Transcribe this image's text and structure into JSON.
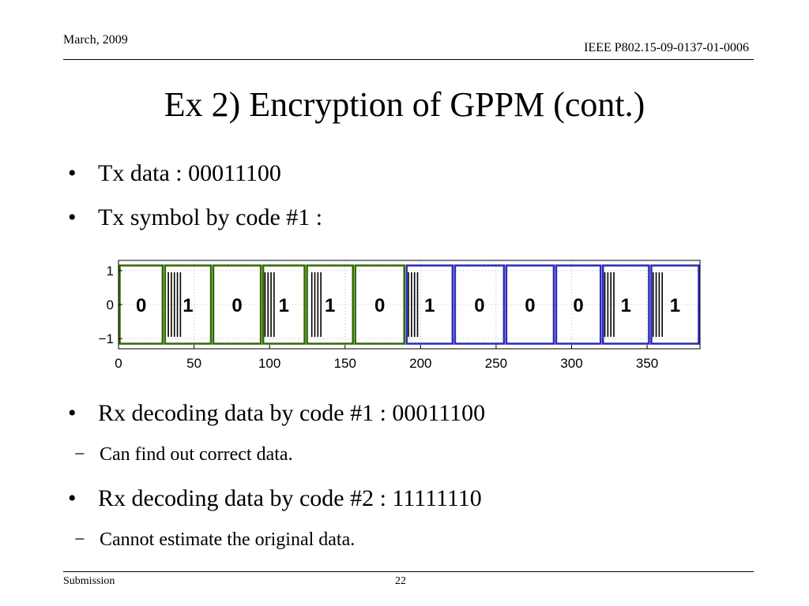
{
  "header": {
    "date": "March, 2009",
    "doc_id": "IEEE P802.15-09-0137-01-0006"
  },
  "title": "Ex 2) Encryption of GPPM (cont.)",
  "bullets_top": [
    {
      "mark": "•",
      "text": "Tx data : 00011100"
    },
    {
      "mark": "•",
      "text": "Tx symbol by code #1 :"
    }
  ],
  "bullets_bottom": [
    {
      "mark": "•",
      "text": "Rx decoding data by code #1 : 00011100"
    },
    {
      "mark": "−",
      "text": "Can find out correct data."
    },
    {
      "mark": "•",
      "text": "Rx decoding data by code #2 : 11111110"
    },
    {
      "mark": "−",
      "text": "Cannot estimate the original data."
    }
  ],
  "colors": {
    "green": "#2e6b00",
    "blue": "#2a2ab8",
    "grid": "#b0b0b0"
  },
  "chart_data": {
    "type": "line",
    "xlim": [
      0,
      385
    ],
    "ylim": [
      -1.3,
      1.3
    ],
    "x_ticks": [
      0,
      50,
      100,
      150,
      200,
      250,
      300,
      350
    ],
    "y_ticks": [
      1,
      0,
      -1
    ],
    "y_tick_labels": [
      "1",
      "0",
      "−1"
    ],
    "grid": true,
    "symbols": [
      {
        "bit": "0",
        "start": 0,
        "end": 30,
        "group": "green",
        "pulses": []
      },
      {
        "bit": "1",
        "start": 30,
        "end": 62,
        "group": "green",
        "pulses": [
          33,
          35,
          37,
          39,
          41
        ]
      },
      {
        "bit": "0",
        "start": 62,
        "end": 95,
        "group": "green",
        "pulses": []
      },
      {
        "bit": "1",
        "start": 95,
        "end": 124,
        "group": "green",
        "pulses": [
          97,
          99,
          101,
          103
        ]
      },
      {
        "bit": "1",
        "start": 124,
        "end": 156,
        "group": "green",
        "pulses": [
          128,
          130,
          132,
          134
        ]
      },
      {
        "bit": "0",
        "start": 156,
        "end": 190,
        "group": "green",
        "pulses": []
      },
      {
        "bit": "1",
        "start": 190,
        "end": 222,
        "group": "blue",
        "pulses": [
          192,
          194,
          196,
          198
        ]
      },
      {
        "bit": "0",
        "start": 222,
        "end": 256,
        "group": "blue",
        "pulses": []
      },
      {
        "bit": "0",
        "start": 256,
        "end": 289,
        "group": "blue",
        "pulses": []
      },
      {
        "bit": "0",
        "start": 289,
        "end": 320,
        "group": "blue",
        "pulses": []
      },
      {
        "bit": "1",
        "start": 320,
        "end": 352,
        "group": "blue",
        "pulses": [
          322,
          324,
          326,
          328
        ]
      },
      {
        "bit": "1",
        "start": 352,
        "end": 385,
        "group": "blue",
        "pulses": [
          354,
          356,
          358,
          360
        ]
      }
    ]
  },
  "footer": {
    "left": "Submission",
    "page": "22"
  }
}
